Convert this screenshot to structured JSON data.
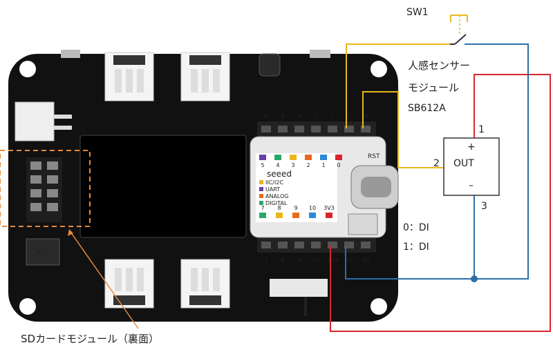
{
  "labels": {
    "sw1": "SW1",
    "sensor_line1": "人感センサー",
    "sensor_line2": "モジュール",
    "sensor_model": "SB612A",
    "pin1": "1",
    "pin2": "2",
    "pin3": "3",
    "plus": "+",
    "minus": "–",
    "out": "OUT",
    "di0": "0：DI",
    "di1": "1：DI",
    "sd_caption": "SDカードモジュール（裏面）"
  },
  "board": {
    "seeed": "seeed",
    "rst": "RST",
    "iic": "IIC/I2C",
    "uart": "UART",
    "analog": "ANALOG",
    "digital": "DIGITAL",
    "rtc": "RTC",
    "top_header_labels": [
      "6",
      "5",
      "4",
      "3",
      "2",
      "1",
      "0"
    ],
    "bottom_header_labels": [
      "7",
      "8",
      "9",
      "10",
      "3V3",
      "G",
      "5V"
    ],
    "xiao_top_nums": [
      "5",
      "4",
      "3",
      "2",
      "1",
      "0"
    ],
    "xiao_bottom_nums": [
      "7",
      "8",
      "9",
      "10",
      "3V3"
    ]
  },
  "colors": {
    "yellow": "#e8b71a",
    "red": "#d7262b",
    "blue": "#2c6fa8",
    "sd_box": "#e8893a",
    "board": "#111111"
  }
}
